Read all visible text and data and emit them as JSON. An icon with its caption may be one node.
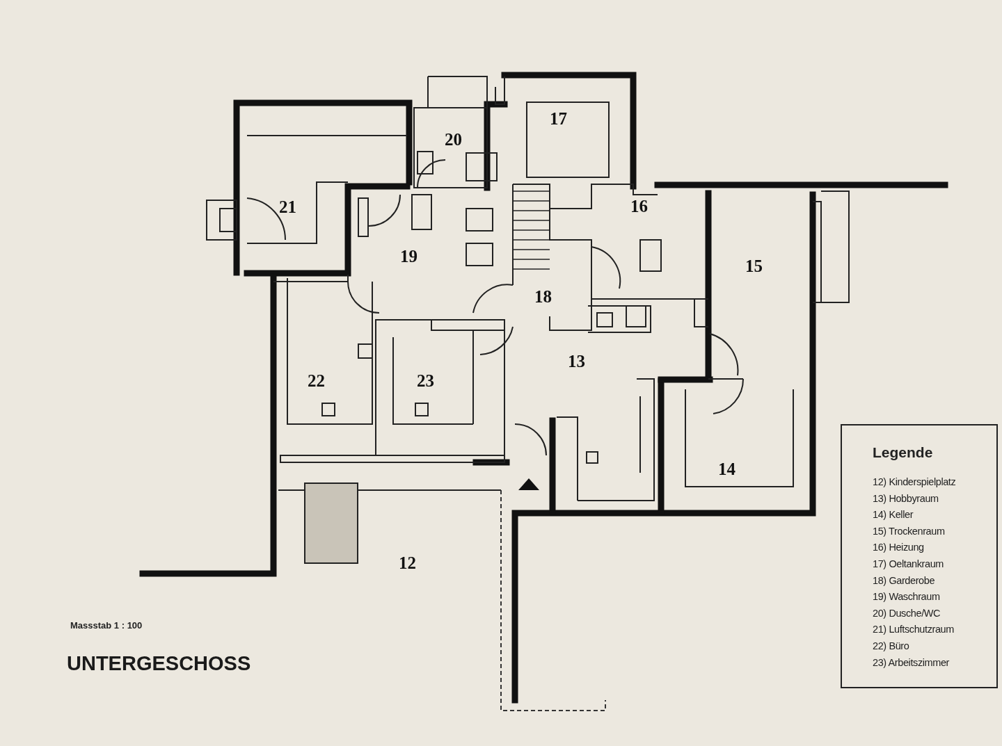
{
  "diagram": {
    "title": "UNTERGESCHOSS",
    "nodes": [
      {
        "text": [
          "Legende",
          "12) Kinderspielplatz",
          "13) Hobbyraum",
          "14) Keller",
          "15) Trockenraum",
          "16) Heizung",
          "17) Oeltankraum",
          "18) Garderobe",
          "19) Waschraum",
          "20) Dusche/WC",
          "21) Luftschutzraum",
          "22) Büro",
          "23) Arbeitszimmer"
        ]
      }
    ],
    "labels": [
      "17",
      "20",
      "21",
      "16",
      "19",
      "15",
      "18",
      "13",
      "22",
      "23",
      "14",
      "12",
      "Massstab 1 : 100"
    ]
  }
}
